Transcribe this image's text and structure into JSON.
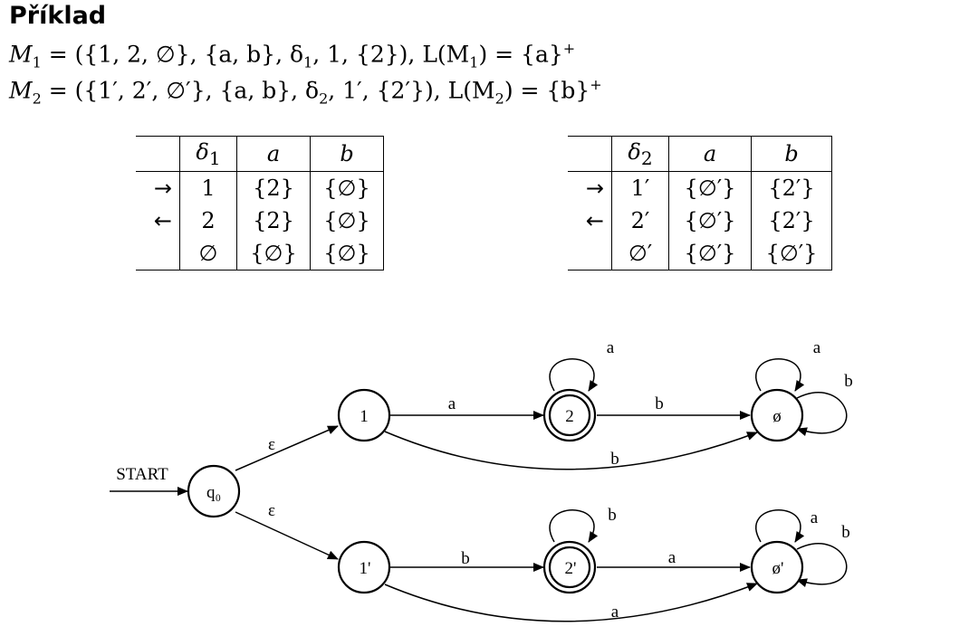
{
  "title": "Příklad",
  "definitions": {
    "m1": {
      "name": "M",
      "sub": "1",
      "tuple": "({1, 2, ∅}, {a, b}, δ",
      "delta_sub": "1",
      "rest": ", 1, {2}),",
      "lang": "L(M",
      "lang_sub": "1",
      "lang_rest": ") = {a}",
      "sup": "+"
    },
    "m2": {
      "name": "M",
      "sub": "2",
      "tuple": "({1′, 2′, ∅′}, {a, b}, δ",
      "delta_sub": "2",
      "rest": ", 1′, {2′}),",
      "lang": "L(M",
      "lang_sub": "2",
      "lang_rest": ") = {b}",
      "sup": "+"
    }
  },
  "table1": {
    "header": {
      "delta": "δ",
      "delta_sub": "1",
      "a": "a",
      "b": "b"
    },
    "rows": [
      {
        "arrow": "→",
        "state": "1",
        "a": "{2}",
        "b": "{∅}"
      },
      {
        "arrow": "←",
        "state": "2",
        "a": "{2}",
        "b": "{∅}"
      },
      {
        "arrow": "",
        "state": "∅",
        "a": "{∅}",
        "b": "{∅}"
      }
    ]
  },
  "table2": {
    "header": {
      "delta": "δ",
      "delta_sub": "2",
      "a": "a",
      "b": "b"
    },
    "rows": [
      {
        "arrow": "→",
        "state": "1′",
        "a": "{∅′}",
        "b": "{2′}"
      },
      {
        "arrow": "←",
        "state": "2′",
        "a": "{∅′}",
        "b": "{2′}"
      },
      {
        "arrow": "",
        "state": "∅′",
        "a": "{∅′}",
        "b": "{∅′}"
      }
    ]
  },
  "diagram": {
    "start_label": "START",
    "states": {
      "q0": "q₀",
      "s1": "1",
      "s2": "2",
      "s_empty": "ø",
      "s1p": "1'",
      "s2p": "2'",
      "s_emptyp": "ø'"
    },
    "edges": {
      "q0_s1": "ε",
      "q0_s1p": "ε",
      "s1_s2": "a",
      "s2_empty": "b",
      "s1_empty": "b",
      "loop_s2": "a",
      "loop_empty_a": "a",
      "loop_empty_b": "b",
      "s1p_s2p": "b",
      "s2p_emptyp": "a",
      "s1p_emptyp": "a",
      "loop_s2p": "b",
      "loop_emptyp_a": "a",
      "loop_emptyp_b": "b"
    }
  }
}
